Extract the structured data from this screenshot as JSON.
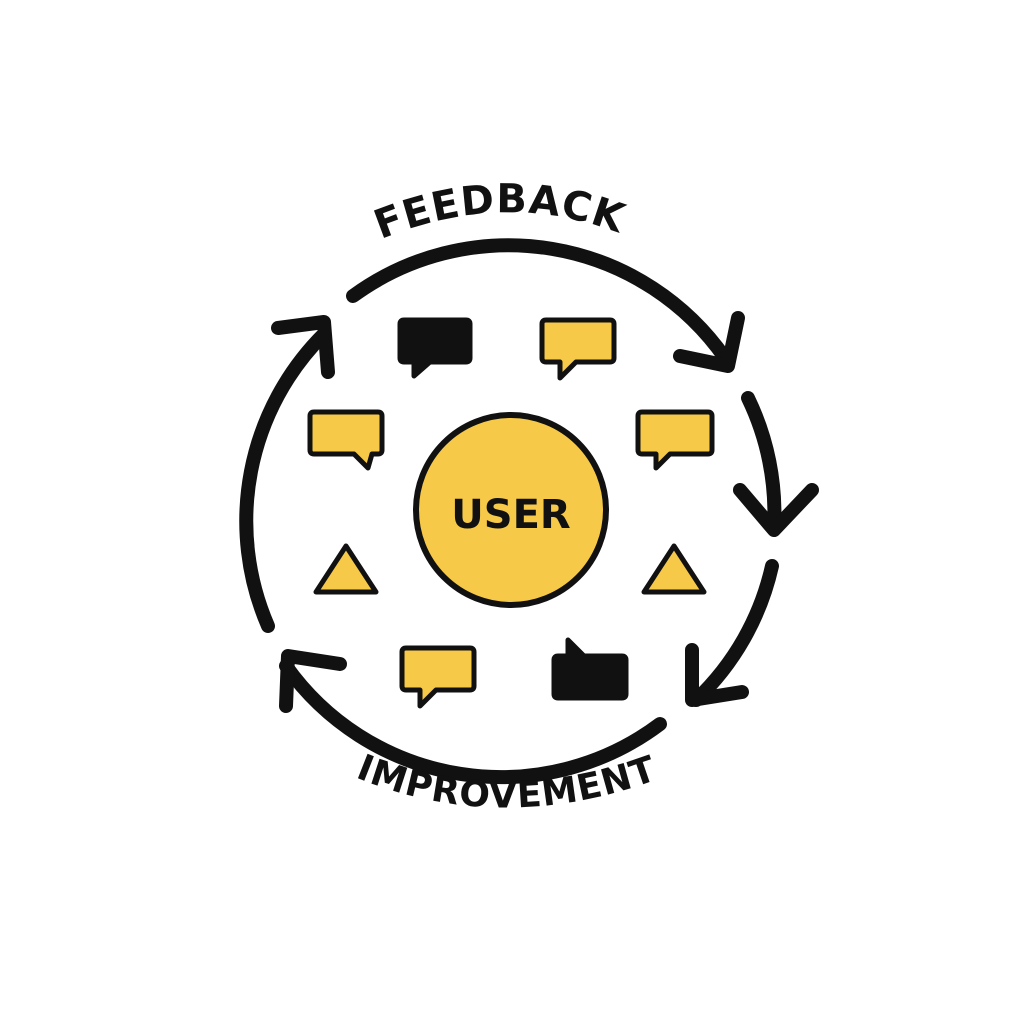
{
  "diagram": {
    "top_label": "FEEDBACK",
    "bottom_label": "IMPROVEMENT",
    "center_label": "USER"
  },
  "colors": {
    "accent_yellow": "#F7C948",
    "outline": "#111111",
    "background": "#FFFFFF"
  },
  "icons": [
    "speech-bubble-black-icon",
    "speech-bubble-yellow-icon",
    "speech-bubble-yellow-icon",
    "speech-bubble-yellow-icon",
    "warning-triangle-icon",
    "warning-triangle-icon",
    "speech-bubble-yellow-icon",
    "speech-bubble-black-icon"
  ]
}
